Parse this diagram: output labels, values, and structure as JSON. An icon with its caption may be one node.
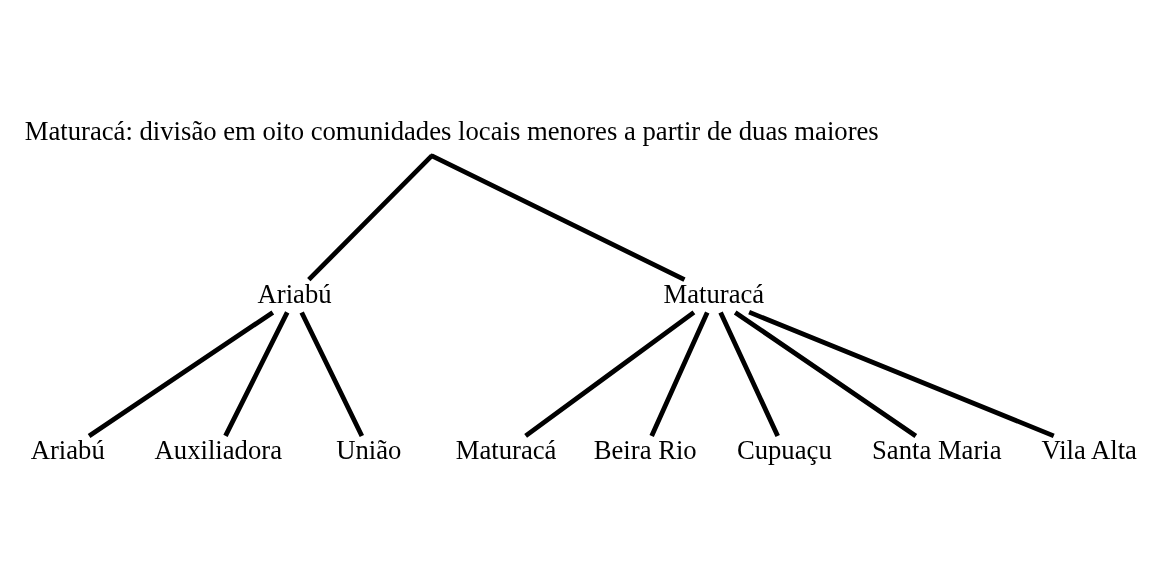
{
  "diagram": {
    "title": "Maturacá: divisão em oito comunidades locais menores a partir de duas maiores",
    "nodes": [
      {
        "text": [],
        "shape": "point"
      },
      {
        "text": [
          "Ariabú"
        ]
      },
      {
        "text": [
          "Maturacá"
        ]
      },
      {
        "text": [
          "Ariabú"
        ]
      },
      {
        "text": [
          "Auxiliadora"
        ]
      },
      {
        "text": [
          "União"
        ]
      },
      {
        "text": [
          "Maturacá"
        ]
      },
      {
        "text": [
          "Beira Rio"
        ]
      },
      {
        "text": [
          "Cupuaçu"
        ]
      },
      {
        "text": [
          "Santa Maria"
        ]
      },
      {
        "text": [
          "Vila Alta"
        ]
      }
    ],
    "edges": [
      {
        "from": 0,
        "to": 1,
        "arrow": "none"
      },
      {
        "from": 0,
        "to": 2,
        "arrow": "none"
      },
      {
        "from": 1,
        "to": 3,
        "arrow": "none"
      },
      {
        "from": 1,
        "to": 4,
        "arrow": "none"
      },
      {
        "from": 1,
        "to": 5,
        "arrow": "none"
      },
      {
        "from": 2,
        "to": 6,
        "arrow": "none"
      },
      {
        "from": 2,
        "to": 7,
        "arrow": "none"
      },
      {
        "from": 2,
        "to": 8,
        "arrow": "none"
      },
      {
        "from": 2,
        "to": 9,
        "arrow": "none"
      },
      {
        "from": 2,
        "to": 10,
        "arrow": "none"
      }
    ]
  }
}
